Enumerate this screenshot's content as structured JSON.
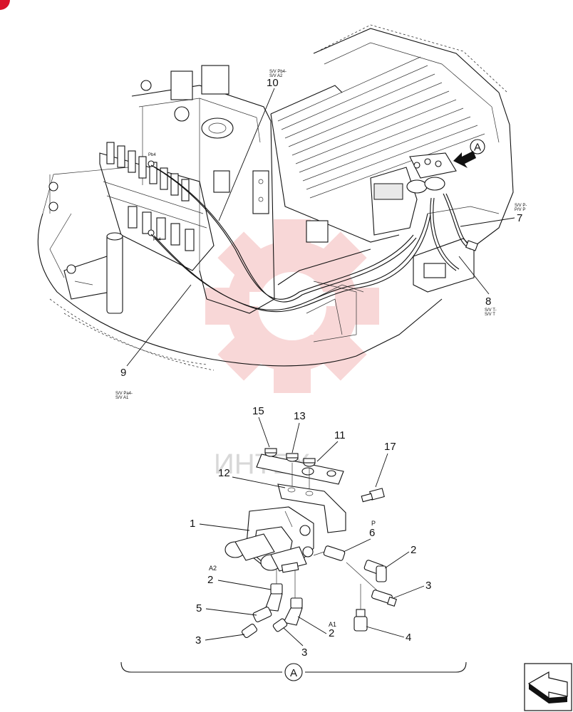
{
  "diagram": {
    "watermark_text": "ИНТЕХ",
    "callouts": {
      "c1": "1",
      "c2a": "2",
      "c2b": "2",
      "c2c": "2",
      "c3a": "3",
      "c3b": "3",
      "c3c": "3",
      "c4": "4",
      "c5": "5",
      "c6": "6",
      "c7": "7",
      "c8": "8",
      "c9": "9",
      "c10": "10",
      "c11": "11",
      "c12": "12",
      "c13": "13",
      "c15": "15",
      "c17": "17"
    },
    "port_labels": {
      "p": "P",
      "a2": "A2",
      "a1": "A1",
      "pb4": "Pb4",
      "pa4": "Pa4"
    },
    "view_marker": "A",
    "detail_marker": "A",
    "sv_labels": {
      "sv10_line1": "S/V Pb4-",
      "sv10_line2": "S/V A2",
      "sv7_line1": "S/V P-",
      "sv7_line2": "P/V P",
      "sv8_line1": "S/V T-",
      "sv8_line2": "S/V T",
      "sv9_line1": "S/V Pa4-",
      "sv9_line2": "S/V A1"
    },
    "colors": {
      "line": "#111111",
      "watermark": "#f3b8b8",
      "corner_badge": "#d9132a"
    },
    "nav_icon": "next-page-arrow-icon"
  }
}
